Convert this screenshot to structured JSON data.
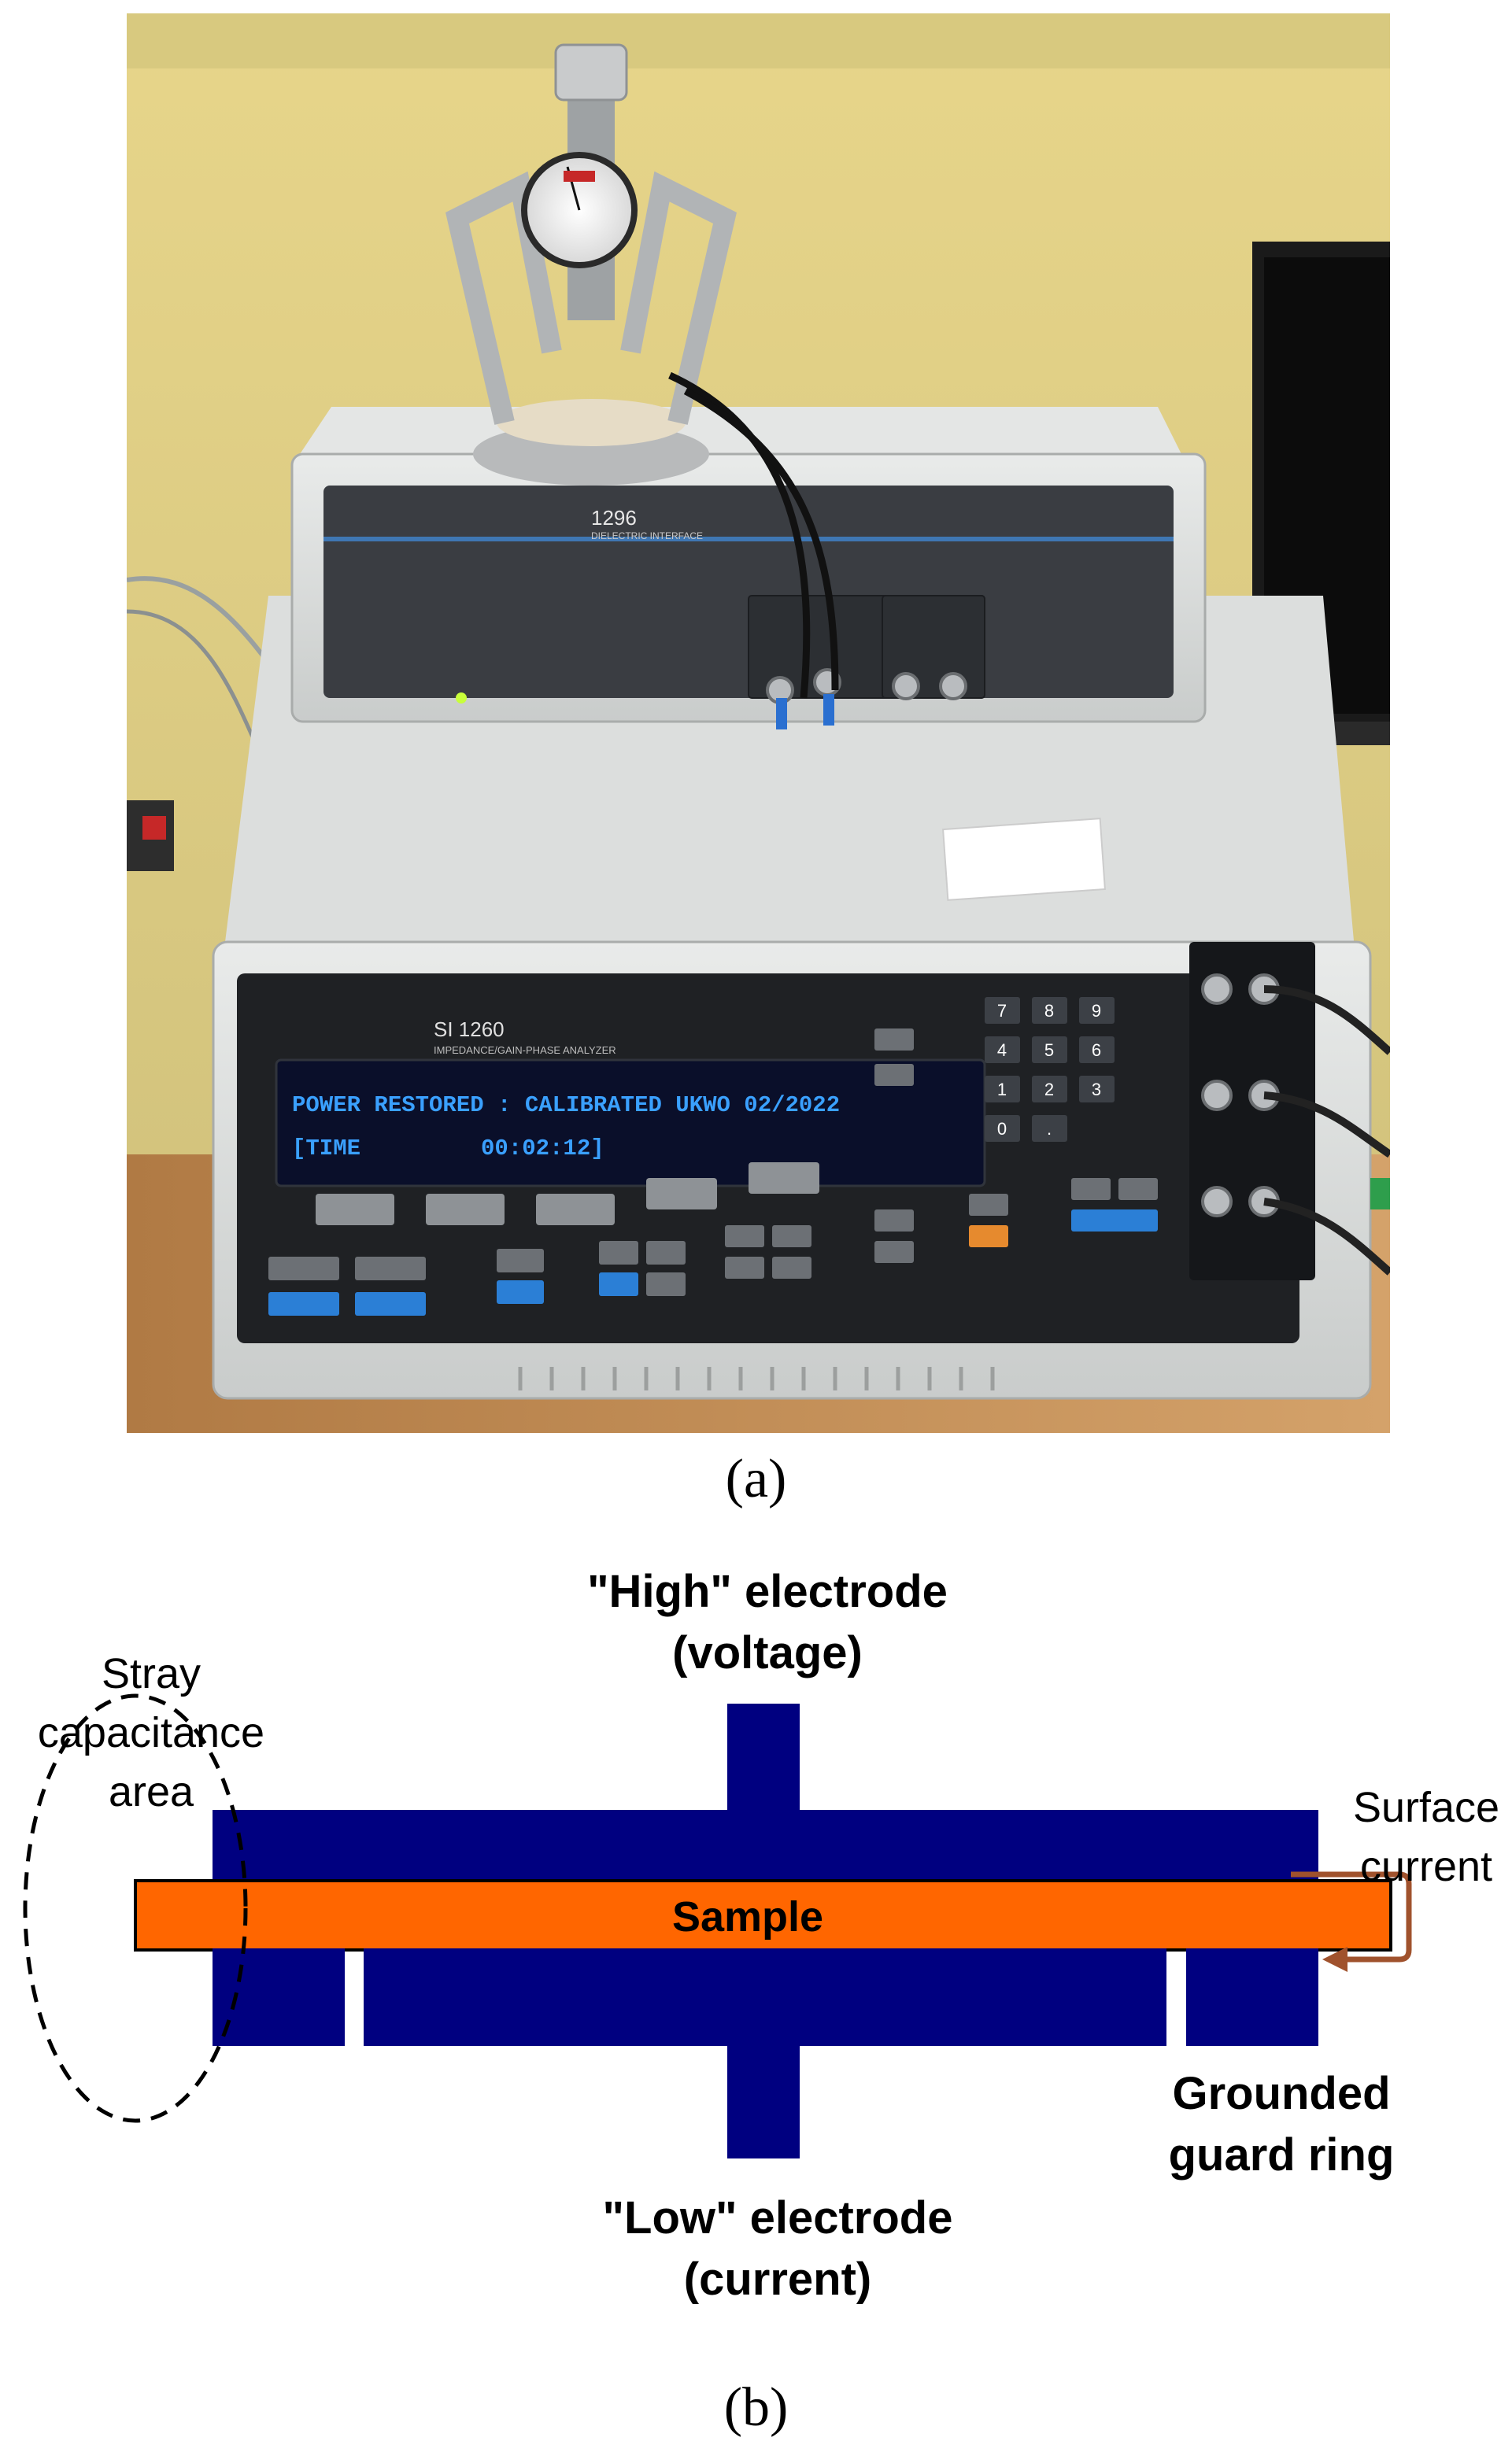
{
  "panel_a": {
    "caption": "(a)",
    "analyzer": {
      "model": "SI 1260",
      "subtitle": "IMPEDANCE/GAIN-PHASE ANALYZER",
      "display_line1": "POWER RESTORED : CALIBRATED UKWO 02/2022",
      "display_line2_label": "[TIME",
      "display_line2_value": "00:02:12]",
      "keypad": [
        "7",
        "8",
        "9",
        "4",
        "5",
        "6",
        "1",
        "2",
        "3",
        "0",
        "."
      ]
    },
    "interface": {
      "model": "1296",
      "subtitle": "DIELECTRIC INTERFACE"
    }
  },
  "panel_b": {
    "caption": "(b)",
    "labels": {
      "high_line1": "\"High\" electrode",
      "high_line2": "(voltage)",
      "low_line1": "\"Low\" electrode",
      "low_line2": "(current)",
      "stray_line1": "Stray",
      "stray_line2": "capacitance",
      "stray_line3": "area",
      "surface_line1": "Surface",
      "surface_line2": "current",
      "guard_line1": "Grounded",
      "guard_line2": "guard ring",
      "sample": "Sample"
    },
    "colors": {
      "electrode": "#000080",
      "sample": "#FF6600",
      "surface_current_arrow": "#A0522D"
    }
  }
}
